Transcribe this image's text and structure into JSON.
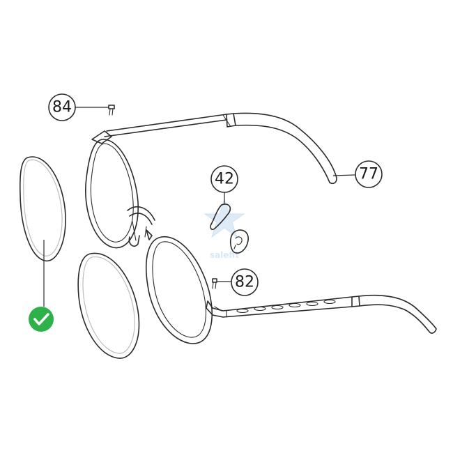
{
  "callouts": {
    "screw_top": "84",
    "temple_tip": "77",
    "nose_pad": "42",
    "screw_hinge": "82"
  },
  "watermark": {
    "text": "salefit",
    "color": "#cfe3f3"
  },
  "check_badge": {
    "icon": "check-circle-icon",
    "color": "#2fb14a"
  },
  "colors": {
    "line": "#2a2a2a",
    "background": "#ffffff"
  }
}
